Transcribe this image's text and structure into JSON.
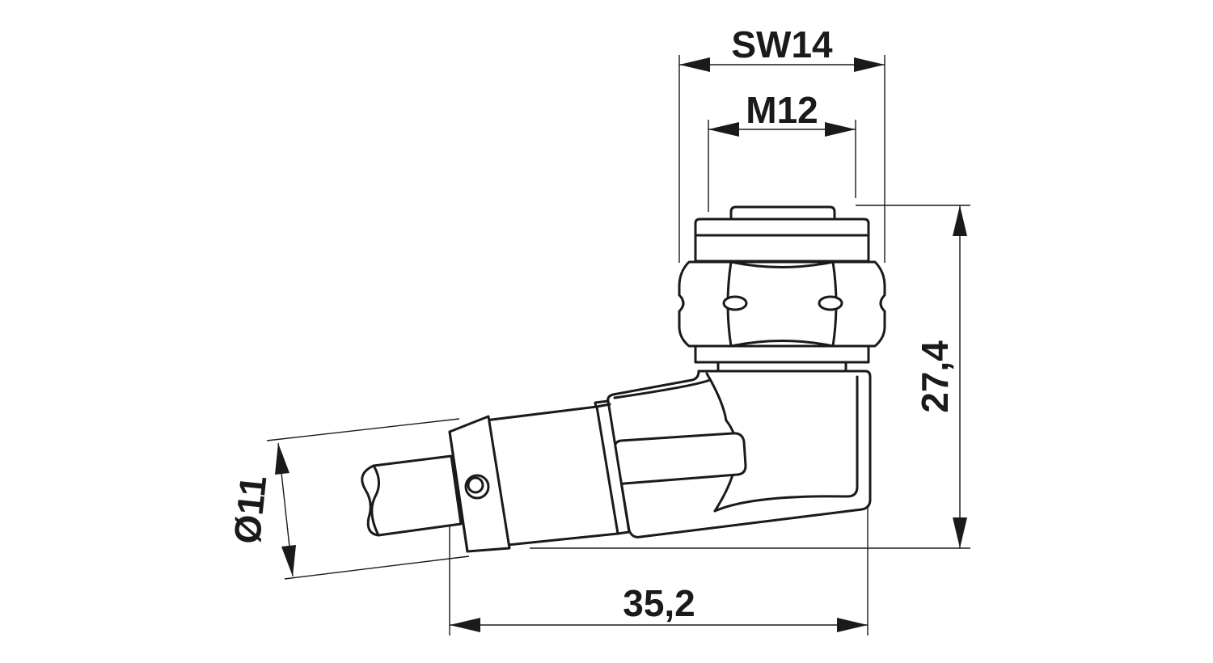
{
  "drawing": {
    "title": "",
    "stroke_color": "#1a1a1a",
    "background": "#ffffff"
  },
  "dimensions": {
    "wrench_size": "SW14",
    "thread": "M12",
    "height": "27,4",
    "length": "35,2",
    "cable_diameter": "Ø11"
  }
}
